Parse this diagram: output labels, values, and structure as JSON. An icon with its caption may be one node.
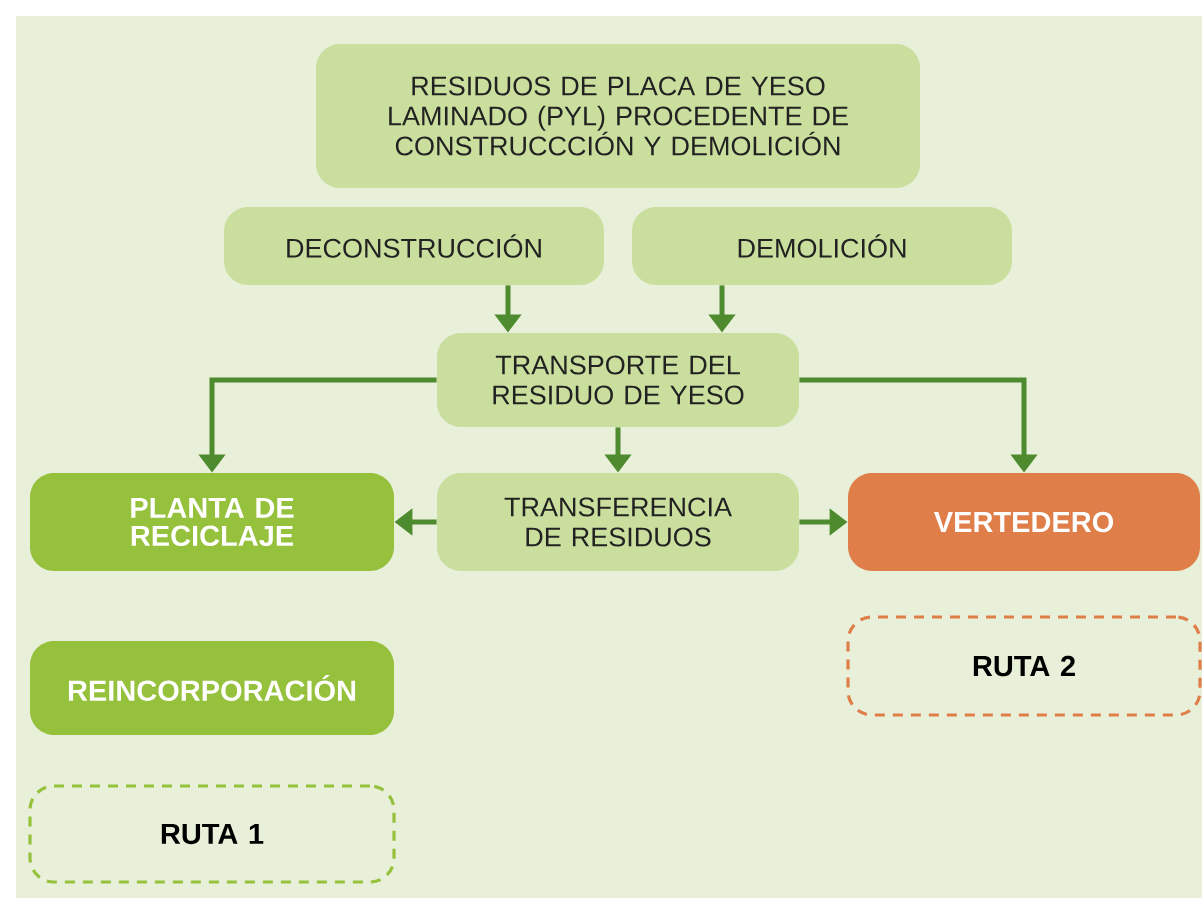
{
  "diagram": {
    "nodes": [
      {
        "text": [
          "RESIDUOS DE PLACA DE YESO LAMINADO (PYL) PROCEDENTE DE CONSTRUCCCIÓN Y DEMOLICIÓN"
        ]
      },
      {
        "text": [
          "DECONSTRUCCIÓN"
        ]
      },
      {
        "text": [
          "DEMOLICIÓN"
        ]
      },
      {
        "text": [
          "TRANSPORTE DEL RESIDUO DE YESO"
        ]
      },
      {
        "text": [
          "PLANTA DE RECICLAJE"
        ]
      },
      {
        "text": [
          "TRANSFERENCIA DE RESIDUOS"
        ]
      },
      {
        "text": [
          "VERTEDERO"
        ]
      },
      {
        "text": [
          "REINCORPORACIÓN"
        ]
      },
      {
        "text": [
          "RUTA 1"
        ]
      },
      {
        "text": [
          "RUTA 2"
        ]
      }
    ],
    "edges": [
      {
        "from": 1,
        "to": 3,
        "arrow": "to"
      },
      {
        "from": 2,
        "to": 3,
        "arrow": "to"
      },
      {
        "from": 3,
        "to": 4,
        "arrow": "to"
      },
      {
        "from": 3,
        "to": 5,
        "arrow": "to"
      },
      {
        "from": 3,
        "to": 6,
        "arrow": "to"
      },
      {
        "from": 5,
        "to": 4,
        "arrow": "to"
      },
      {
        "from": 5,
        "to": 6,
        "arrow": "to"
      }
    ]
  }
}
